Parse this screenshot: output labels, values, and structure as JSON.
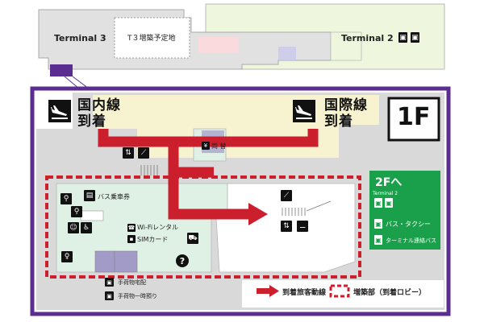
{
  "map": {
    "terminal3_label": "Terminal 3",
    "t3_expansion_label": "T３増築予定地",
    "terminal2_label": "Terminal 2",
    "domestic_arrival": {
      "line1": "国内線",
      "line2": "到着"
    },
    "international_arrival": {
      "line1": "国際線",
      "line2": "到着"
    },
    "floor_label": "1F",
    "lift_label": "両 替",
    "bus_ticket_label": "バス乗車券",
    "wifi_label": "Wi-Fiレンタル",
    "sim_label": "SIMカード",
    "delivery_label": "手荷物宅配",
    "baggage_storage_label": "手荷物一時預り",
    "to_2f": {
      "title": "2Fへ",
      "terminal2_small": "Terminal 2",
      "bus_taxi": "バス・タクシー",
      "shuttle_bus": "ターミナル連絡バス"
    },
    "legend": {
      "arrival_flow": "到着旅客動線",
      "expansion_area": "増築部（到着ロビー）"
    },
    "colors": {
      "purple": "#5c2d91",
      "red": "#cc1f2d",
      "green": "#1aa04a",
      "terminal2_fill": "#eef6dd",
      "corridor": "#f7f2cf",
      "building_gray": "#d9d9d9",
      "room_green": "#dff0e4"
    },
    "icons": [
      "airplane-landing-icon",
      "airplane-takeoff-icon",
      "escalator-icon",
      "elevator-icon",
      "restroom-icon",
      "wheelchair-icon",
      "bus-icon",
      "taxi-icon",
      "question-icon",
      "smoking-icon",
      "phone-icon",
      "luggage-icon"
    ]
  }
}
